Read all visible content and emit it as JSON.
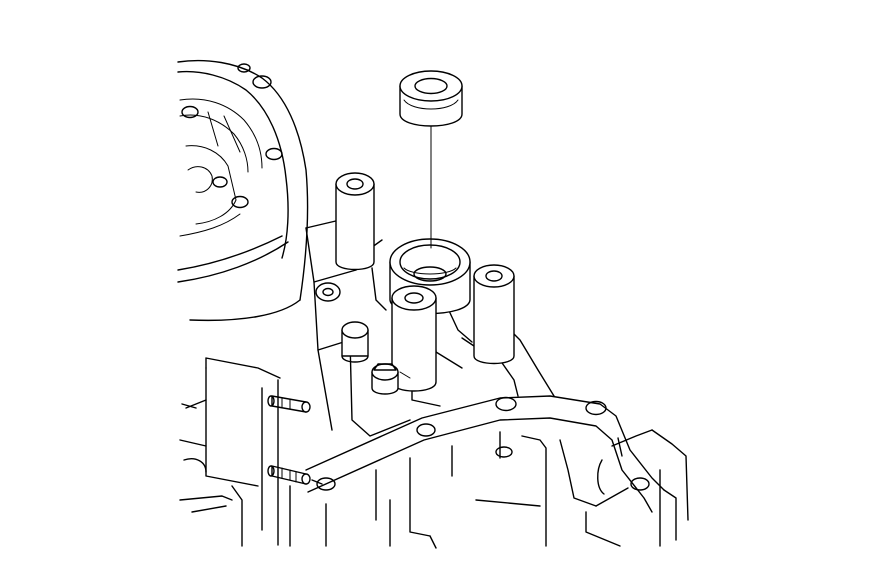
{
  "illustration": {
    "line_color": "#000000",
    "background_color": "#ffffff",
    "parts": [
      "oil-seal",
      "transmission-case",
      "housing-flange",
      "mounting-bosses",
      "valve-body-bolts",
      "dowel-pins",
      "gasket-surface"
    ]
  }
}
